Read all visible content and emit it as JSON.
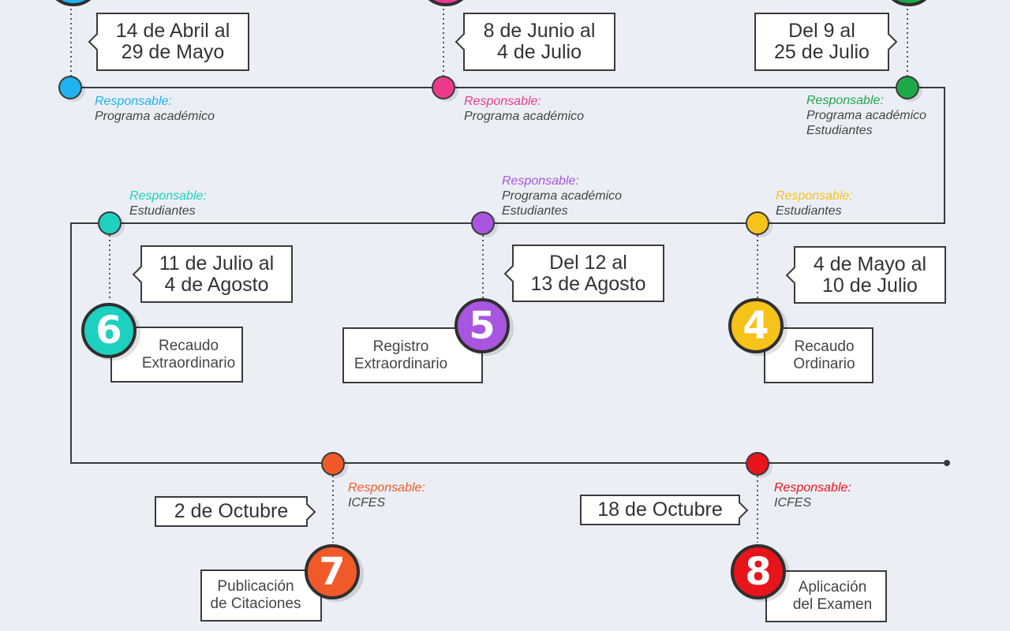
{
  "colors": {
    "step1": "#1eb3f0",
    "step2": "#ee3a8c",
    "step3": "#1ea84a",
    "step4": "#f7c21a",
    "step5": "#a855e0",
    "step6": "#1ed0c0",
    "step7": "#f05a28",
    "step8": "#e8141c",
    "line": "#3a3a3a"
  },
  "steps": [
    {
      "id": 1,
      "dates": [
        "14 de Abril al",
        "29 de Mayo"
      ],
      "responsible_label": "Responsable:",
      "responsible": [
        "Programa académico"
      ]
    },
    {
      "id": 2,
      "dates": [
        "8 de Junio al",
        "4 de Julio"
      ],
      "responsible_label": "Responsable:",
      "responsible": [
        "Programa académico"
      ]
    },
    {
      "id": 3,
      "dates": [
        "Del 9 al",
        "25 de Julio"
      ],
      "responsible_label": "Responsable:",
      "responsible": [
        "Programa académico",
        "Estudiantes"
      ]
    },
    {
      "id": 4,
      "number": "4",
      "name": [
        "Recaudo",
        "Ordinario"
      ],
      "dates": [
        "4 de Mayo al",
        "10 de Julio"
      ],
      "responsible_label": "Responsable:",
      "responsible": [
        "Estudiantes"
      ]
    },
    {
      "id": 5,
      "number": "5",
      "name": [
        "Registro",
        "Extraordinario"
      ],
      "dates": [
        "Del 12 al",
        "13 de Agosto"
      ],
      "responsible_label": "Responsable:",
      "responsible": [
        "Programa académico",
        "Estudiantes"
      ]
    },
    {
      "id": 6,
      "number": "6",
      "name": [
        "Recaudo",
        "Extraordinario"
      ],
      "dates": [
        "11 de Julio al",
        "4 de Agosto"
      ],
      "responsible_label": "Responsable:",
      "responsible": [
        "Estudiantes"
      ]
    },
    {
      "id": 7,
      "number": "7",
      "name": [
        "Publicación",
        "de Citaciones"
      ],
      "dates": [
        "2 de Octubre"
      ],
      "responsible_label": "Responsable:",
      "responsible": [
        "ICFES"
      ]
    },
    {
      "id": 8,
      "number": "8",
      "name": [
        "Aplicación",
        "del Examen"
      ],
      "dates": [
        "18 de Octubre"
      ],
      "responsible_label": "Responsable:",
      "responsible": [
        "ICFES"
      ]
    }
  ]
}
